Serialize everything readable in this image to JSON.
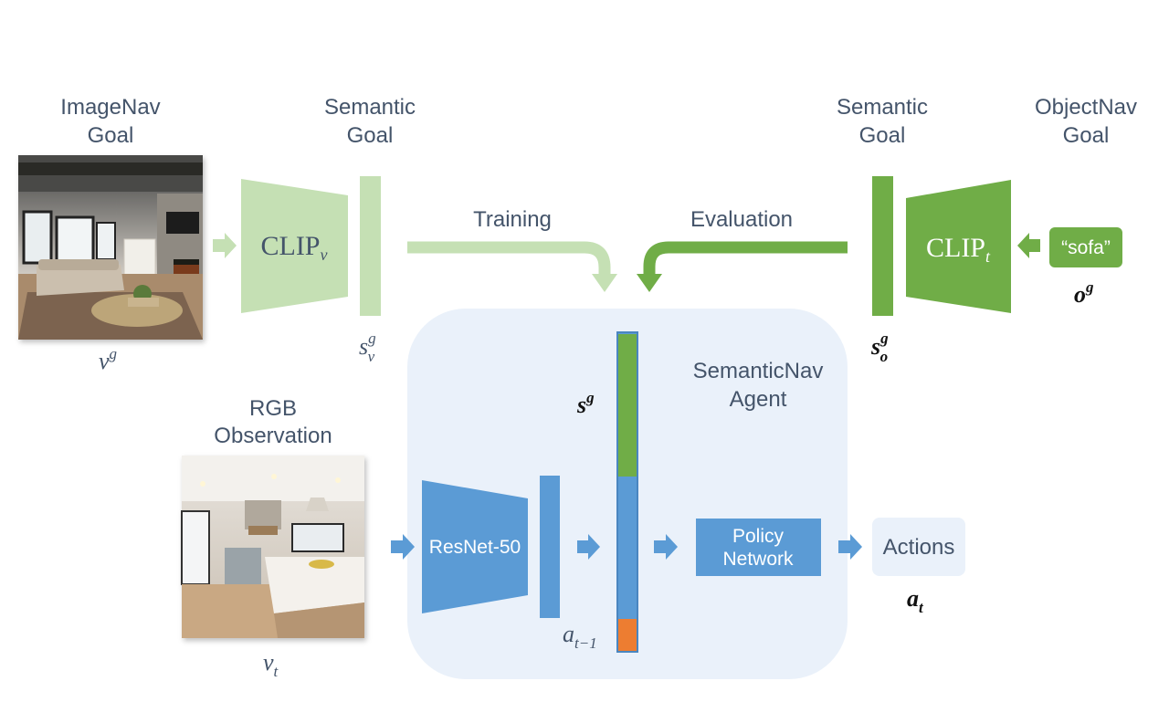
{
  "labels": {
    "imagenav_goal_line1": "ImageNav",
    "imagenav_goal_line2": "Goal",
    "semantic_goal_left_line1": "Semantic",
    "semantic_goal_left_line2": "Goal",
    "semantic_goal_right_line1": "Semantic",
    "semantic_goal_right_line2": "Goal",
    "objectnav_goal_line1": "ObjectNav",
    "objectnav_goal_line2": "Goal",
    "training": "Training",
    "evaluation": "Evaluation",
    "rgb_obs_line1": "RGB",
    "rgb_obs_line2": "Observation",
    "agent_line1": "SemanticNav",
    "agent_line2": "Agent"
  },
  "encoders": {
    "clip_v_main": "CLIP",
    "clip_v_sub": "v",
    "clip_t_main": "CLIP",
    "clip_t_sub": "t",
    "resnet": "ResNet-50"
  },
  "boxes": {
    "sofa": "“sofa”",
    "policy_line1": "Policy",
    "policy_line2": "Network",
    "actions": "Actions"
  },
  "math": {
    "v_goal_base": "v",
    "v_goal_sup": "g",
    "s_v_base": "s",
    "s_v_sup": "g",
    "s_v_sub": "v",
    "s_o_base": "s",
    "s_o_sup": "g",
    "s_o_sub": "o",
    "o_goal_base": "o",
    "o_goal_sup": "g",
    "s_goal_base": "s",
    "s_goal_sup": "g",
    "a_prev_base": "a",
    "a_prev_sub": "t−1",
    "v_t_base": "v",
    "v_t_sub": "t",
    "a_t_base": "a",
    "a_t_sub": "t"
  },
  "colors": {
    "light_green": "#c5e0b4",
    "dark_green": "#70ad47",
    "blue": "#5b9bd5",
    "orange": "#ed7d31",
    "agent_bg": "#eaf1fa",
    "text": "#44546a"
  }
}
